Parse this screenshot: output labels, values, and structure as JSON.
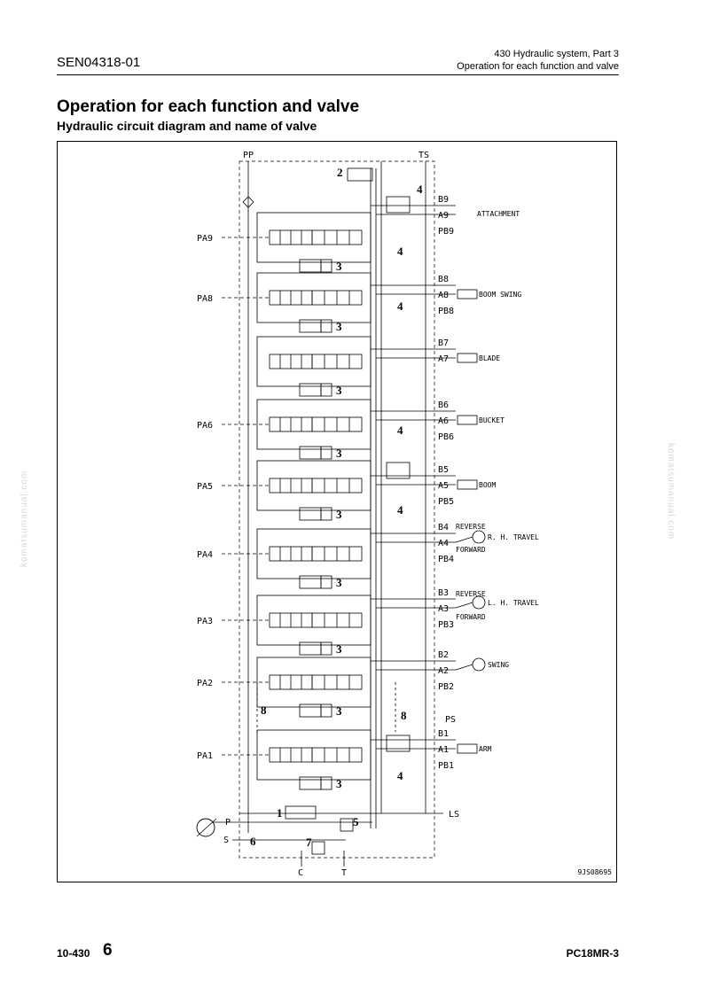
{
  "header": {
    "doc_code": "SEN04318-01",
    "section": "430 Hydraulic system, Part 3",
    "subsection": "Operation for each function and valve"
  },
  "title": "Operation for each function and valve",
  "subtitle": "Hydraulic circuit diagram and name of valve",
  "watermark": "komatsumanual.com",
  "diagram": {
    "top_ports": [
      "PP",
      "TS"
    ],
    "valve_sections": [
      {
        "pilot": "PA9",
        "port_b": "B9",
        "port_a": "A9",
        "port_pb": "PB9",
        "actuator": "ATTACHMENT"
      },
      {
        "pilot": "PA8",
        "port_b": "B8",
        "port_a": "A8",
        "port_pb": "PB8",
        "actuator": "BOOM SWING"
      },
      {
        "pilot": "",
        "port_b": "B7",
        "port_a": "A7",
        "port_pb": "",
        "actuator": "BLADE"
      },
      {
        "pilot": "PA6",
        "port_b": "B6",
        "port_a": "A6",
        "port_pb": "PB6",
        "actuator": "BUCKET"
      },
      {
        "pilot": "PA5",
        "port_b": "B5",
        "port_a": "A5",
        "port_pb": "PB5",
        "actuator": "BOOM"
      },
      {
        "pilot": "PA4",
        "port_b": "B4",
        "port_a": "A4",
        "port_pb": "PB4",
        "actuator": "R. H. TRAVEL"
      },
      {
        "pilot": "PA3",
        "port_b": "B3",
        "port_a": "A3",
        "port_pb": "PB3",
        "actuator": "L. H. TRAVEL"
      },
      {
        "pilot": "PA2",
        "port_b": "B2",
        "port_a": "A2",
        "port_pb": "PB2",
        "actuator": "SWING"
      },
      {
        "pilot": "PA1",
        "port_b": "B1",
        "port_a": "A1",
        "port_pb": "PB1",
        "actuator": "ARM"
      }
    ],
    "travel_labels": {
      "reverse": "REVERSE",
      "forward": "FORWARD"
    },
    "ps_label": "PS",
    "ls_label": "LS",
    "bottom_ports": {
      "p": "P",
      "s": "S",
      "c": "C",
      "t": "T"
    },
    "part_numbers": {
      "n1": "1",
      "n2": "2",
      "n3": "3",
      "n4": "4",
      "n5": "5",
      "n6": "6",
      "n7": "7",
      "n8": "8"
    },
    "drawing_code": "9JS08695"
  },
  "footer": {
    "page": "10-430",
    "revision": "6",
    "model": "PC18MR-3"
  }
}
